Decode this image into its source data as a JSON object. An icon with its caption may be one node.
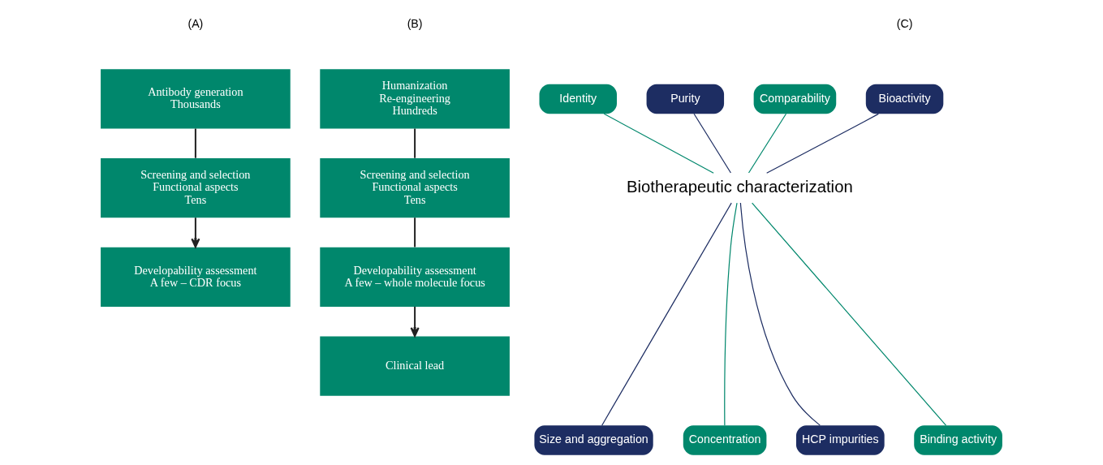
{
  "diagram": {
    "nodes": [
      {
        "text": [
          "Antibody generation",
          "Thousands"
        ]
      },
      {
        "text": [
          "Screening and selection",
          "Functional aspects",
          "Tens"
        ]
      },
      {
        "text": [
          "Developability assessment",
          "A few – CDR focus"
        ]
      },
      {
        "text": [
          "Humanization",
          "Re-engineering",
          "Hundreds"
        ]
      },
      {
        "text": [
          "Screening and selection",
          "Functional aspects",
          "Tens"
        ]
      },
      {
        "text": [
          "Developability assessment",
          "A few – whole molecule focus"
        ]
      },
      {
        "text": [
          "Clinical lead"
        ]
      },
      {
        "text": [
          "Identity"
        ]
      },
      {
        "text": [
          "Purity"
        ]
      },
      {
        "text": [
          "Comparability"
        ]
      },
      {
        "text": [
          "Size and aggregation"
        ]
      },
      {
        "text": [
          "Concentration"
        ]
      },
      {
        "text": [
          "HCP impurities"
        ]
      },
      {
        "text": [
          "Binding activity"
        ]
      },
      {
        "text": [
          "Bioactivity"
        ]
      },
      {
        "text": [
          "Biotherapeutic characterization"
        ]
      }
    ],
    "edges": [
      {
        "from": 0,
        "to": 1,
        "arrow": "none"
      },
      {
        "from": 1,
        "to": 2,
        "arrow": "to"
      },
      {
        "from": 3,
        "to": 4,
        "arrow": "none"
      },
      {
        "from": 4,
        "to": 5,
        "arrow": "none"
      },
      {
        "from": 5,
        "to": 6,
        "arrow": "to"
      },
      {
        "from": 7,
        "to": 15,
        "arrow": "none",
        "color": "#00876c"
      },
      {
        "from": 8,
        "to": 15,
        "arrow": "none",
        "color": "#1d2d62"
      },
      {
        "from": 9,
        "to": 15,
        "arrow": "none",
        "color": "#00876c"
      },
      {
        "from": 10,
        "to": 15,
        "arrow": "none",
        "color": "#1d2d62"
      },
      {
        "from": 11,
        "to": 15,
        "arrow": "none",
        "color": "#00876c"
      },
      {
        "from": 12,
        "to": 15,
        "arrow": "none",
        "color": "#1d2d62"
      },
      {
        "from": 13,
        "to": 15,
        "arrow": "none",
        "color": "#00876c"
      },
      {
        "from": 14,
        "to": 15,
        "arrow": "none",
        "color": "#1d2d62"
      }
    ],
    "labels": [
      "(A)",
      "(B)",
      "(C)"
    ]
  }
}
